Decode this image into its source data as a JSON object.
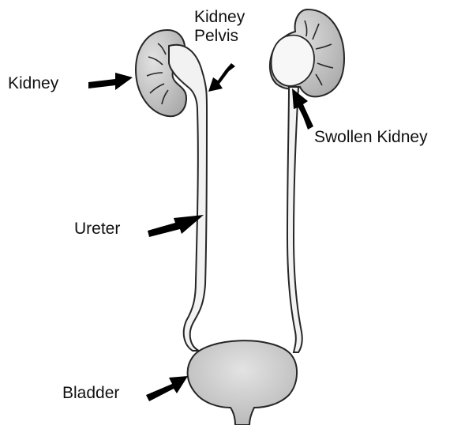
{
  "labels": {
    "kidney": "Kidney",
    "kidney_pelvis_line1": "Kidney",
    "kidney_pelvis_line2": "Pelvis",
    "swollen_kidney": "Swollen Kidney",
    "ureter": "Ureter",
    "bladder": "Bladder"
  },
  "colors": {
    "organ_fill": "#c8c8c8",
    "organ_light": "#f2f2f2",
    "outline": "#262626",
    "arrow": "#000000"
  }
}
